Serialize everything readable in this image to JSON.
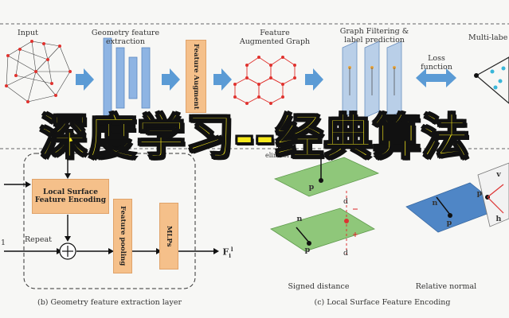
{
  "top_row": {
    "input_label": "Input",
    "geometry_label": "Geometry feature extraction",
    "feature_augment_box": "Feature Augment",
    "augmented_graph_label": "Feature Augmented Graph",
    "graph_filter_label": "Graph Filtering & label prediction",
    "loss_label": "Loss function",
    "multilabel_label": "Multi-labe",
    "pipeline_caption_fragment": "eline of"
  },
  "banner_text": "深度学习--经典算法",
  "panel_b": {
    "lsfe_box": "Local Surface Feature Encoding",
    "repeat_label": "Repeat",
    "pooling_box": "Feature pooling",
    "mlps_box": "MLPs",
    "output_symbol": "F",
    "output_sub": "i",
    "output_sup": "l",
    "left_fragment": "1",
    "caption": "(b) Geometry feature extraction layer"
  },
  "panel_c": {
    "signed_distance_label": "Signed distance",
    "relative_normal_label": "Relative normal",
    "caption": "(c) Local Surface Feature Encoding",
    "symbols": {
      "p_top": "p",
      "n_mid": "n",
      "d_top": "d",
      "d_bot": "d",
      "minus": "−",
      "plus": "+",
      "p_bot": "p",
      "n_right": "n",
      "p_right": "p",
      "p_far": "p",
      "v_far": "v",
      "h_far": "h"
    }
  },
  "colors": {
    "arrow_blue": "#5b9bd5",
    "box_orange": "#f5c08a",
    "plane_green": "#8fc77a",
    "plane_blue": "#4f86c6",
    "graph_red": "#e0322e",
    "banner_yellow": "#f5e81c"
  }
}
